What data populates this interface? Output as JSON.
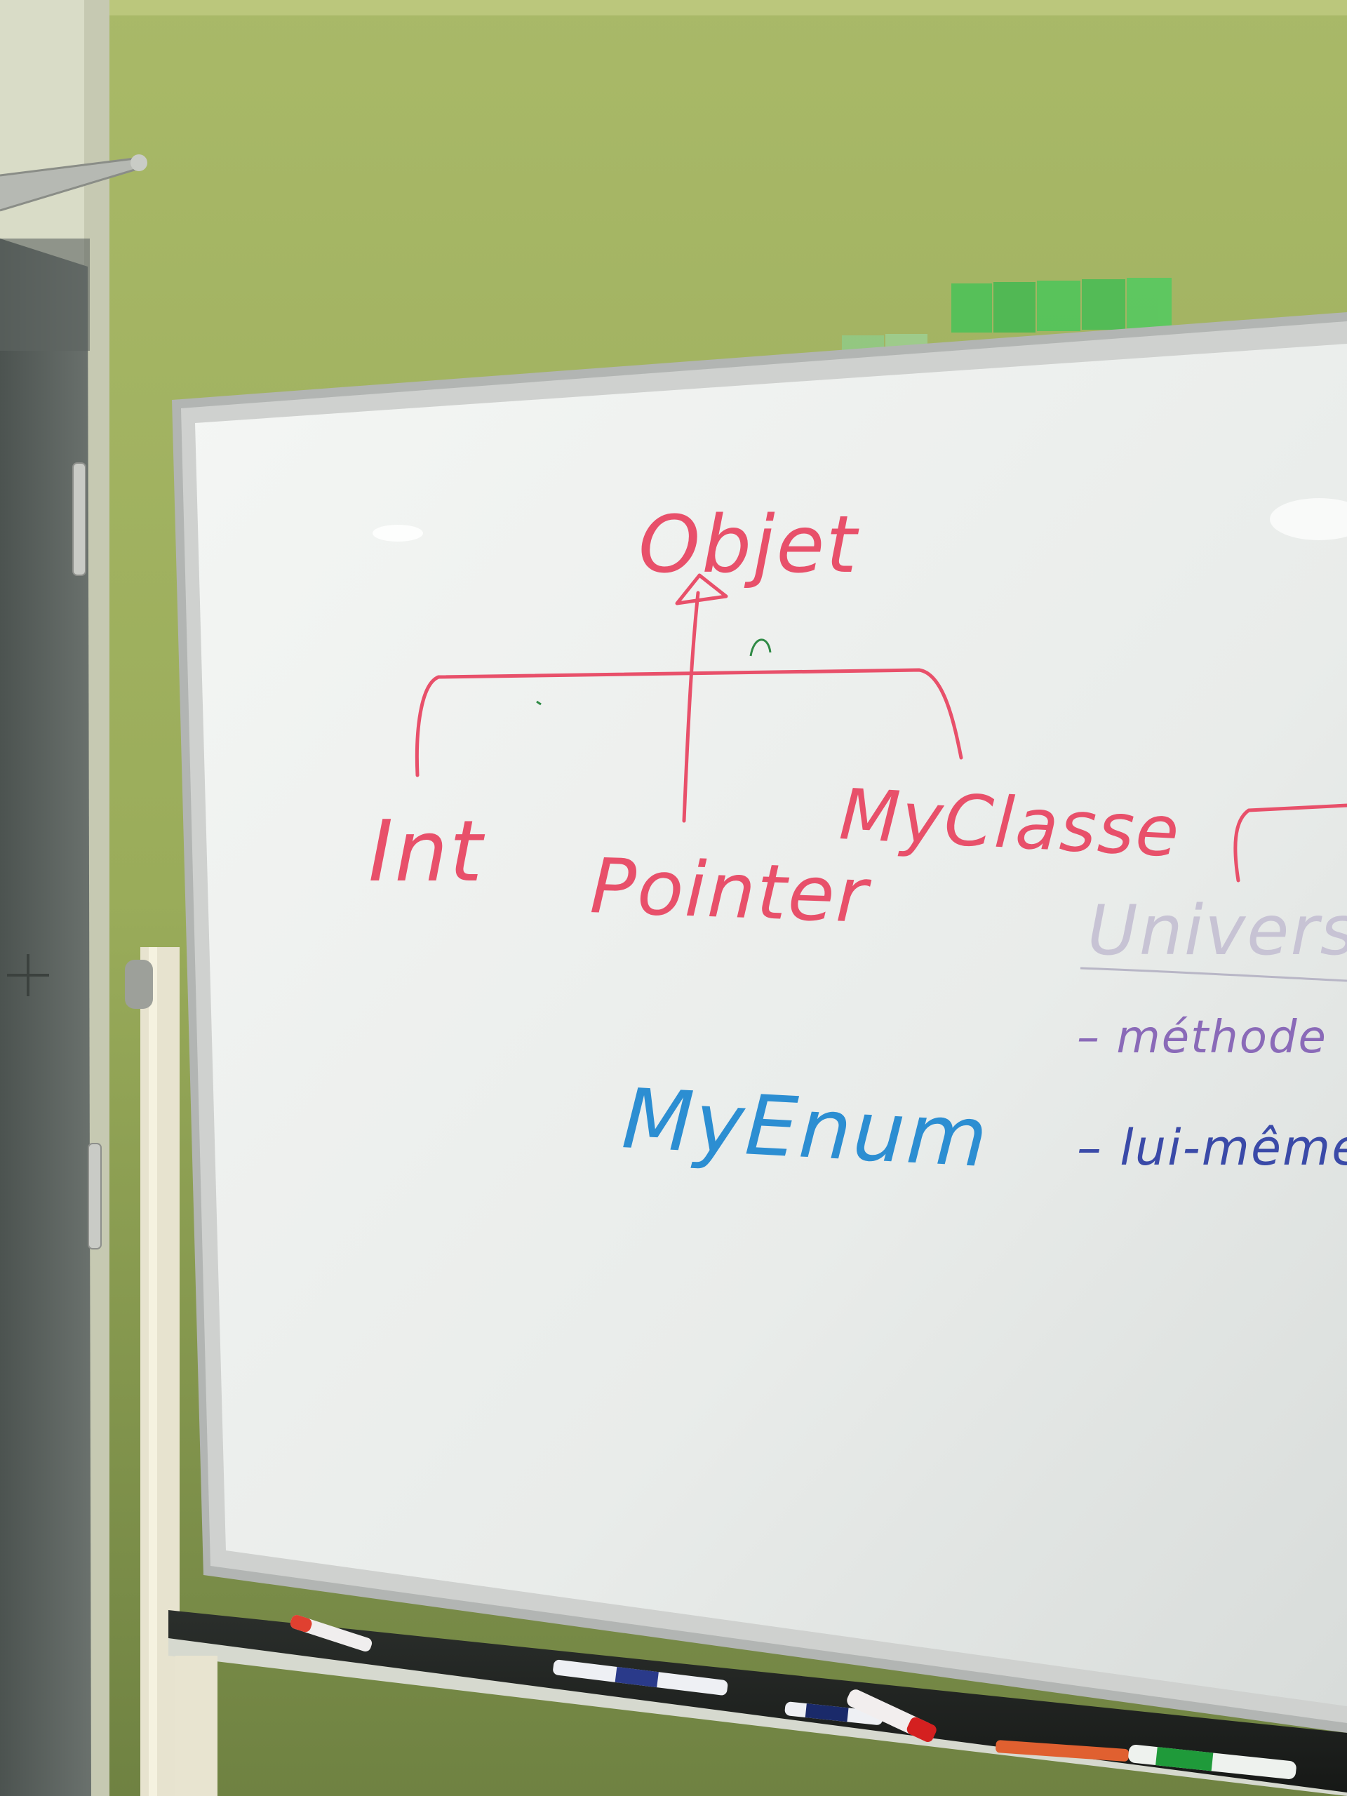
{
  "whiteboard": {
    "diagram": {
      "root": "Objet",
      "children": [
        "Int",
        "Pointer",
        "MyClasse"
      ],
      "standalone": "MyEnum"
    },
    "side_notes": {
      "heading": "Univers",
      "items": [
        "– méthode",
        "– lui-même"
      ]
    }
  },
  "colors": {
    "wall": "#9eb05e",
    "board": "#eef0ee",
    "frame": "#b8bab8",
    "red_marker": "#e8506a",
    "blue_marker": "#2c8ed2",
    "purple_marker": "#8a6ab8",
    "navy_marker": "#3a4aa8",
    "sticky_notes": "#4fbf55"
  }
}
